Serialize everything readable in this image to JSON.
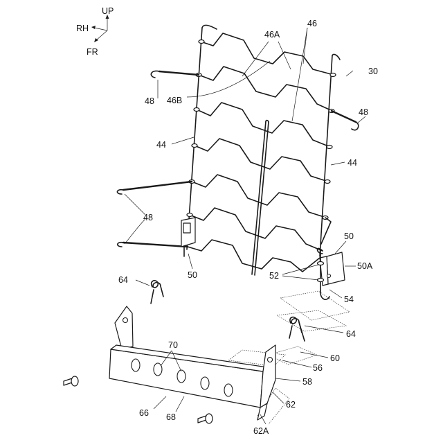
{
  "axes": {
    "up": "UP",
    "rh": "RH",
    "fr": "FR"
  },
  "labels": {
    "l30": "30",
    "l46a": "46A",
    "l46": "46",
    "l46b": "46B",
    "l48_upper_left": "48",
    "l48_right": "48",
    "l44_left": "44",
    "l44_right": "44",
    "l48_lower_left": "48",
    "l50_right": "50",
    "l50a": "50A",
    "l50_bottom": "50",
    "l52": "52",
    "l54": "54",
    "l64_left": "64",
    "l64_right": "64",
    "l70": "70",
    "l60": "60",
    "l56": "56",
    "l58": "58",
    "l62": "62",
    "l66": "66",
    "l68": "68",
    "l62a": "62A"
  }
}
